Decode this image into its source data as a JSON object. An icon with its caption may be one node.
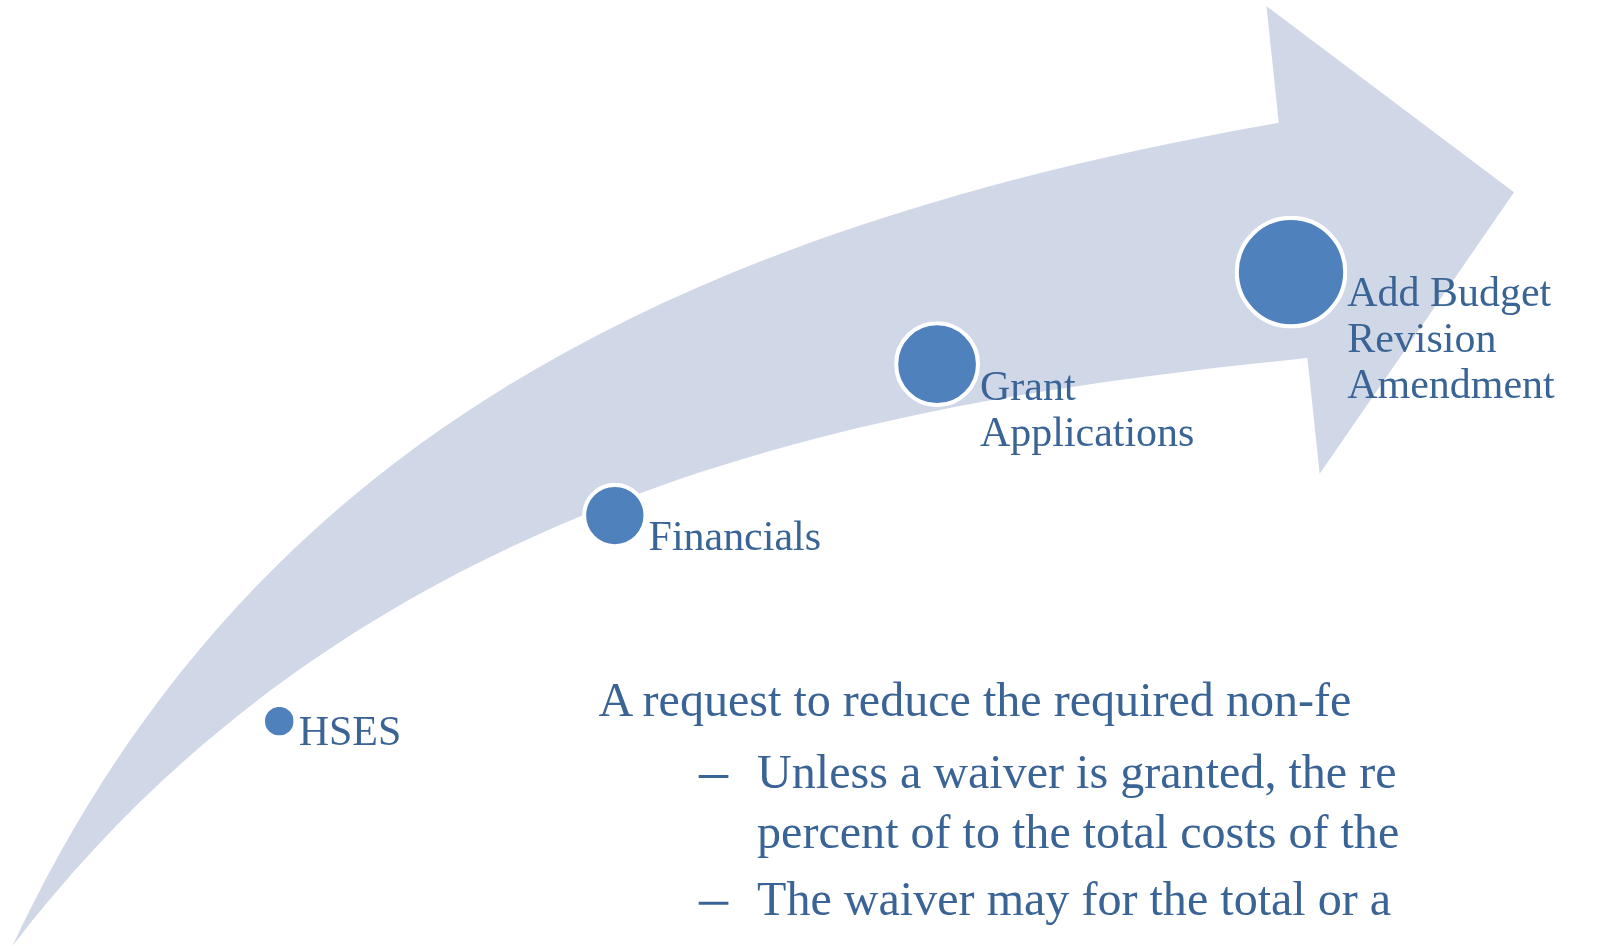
{
  "diagram": {
    "nodes": [
      {
        "text": [
          "HSES"
        ]
      },
      {
        "text": [
          "Financials"
        ]
      },
      {
        "text": [
          "Grant Applications"
        ]
      },
      {
        "text": [
          "Add Budget Revision Amendment"
        ]
      }
    ],
    "labels": [
      "A request to reduce the required non-fe",
      "Unless a waiver is granted, the re percent of to the total costs of the",
      "The waiver may for the total or a"
    ]
  }
}
